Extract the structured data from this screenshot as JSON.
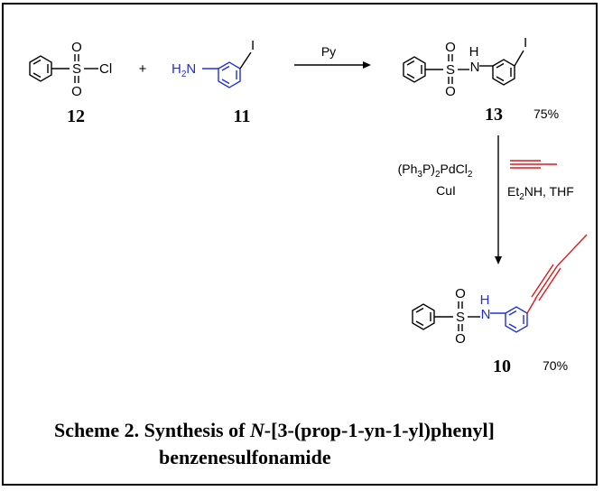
{
  "compounds": {
    "c12": {
      "label": "12"
    },
    "c11": {
      "label": "11"
    },
    "c13": {
      "label": "13",
      "yield": "75%"
    },
    "c10": {
      "label": "10",
      "yield": "70%"
    }
  },
  "atoms": {
    "S": "S",
    "O": "O",
    "Cl": "Cl",
    "I": "I",
    "H": "H",
    "N": "N",
    "H2N": "H",
    "two": "2"
  },
  "plus": "+",
  "step1": {
    "reagent": "Py"
  },
  "step2": {
    "catalyst_pre": "(Ph",
    "catalyst_sub1": "3",
    "catalyst_mid": "P)",
    "catalyst_sub2": "2",
    "catalyst_post": "PdCl",
    "catalyst_sub3": "2",
    "cocatalyst": "CuI",
    "base_pre": "Et",
    "base_sub": "2",
    "base_post": "NH, THF"
  },
  "caption": {
    "line1_pre": "Scheme 2. Synthesis of ",
    "line1_italic": "N-",
    "line1_post": "[3-(prop-1-yn-1-yl)phenyl]",
    "line2": "benzenesulfonamide"
  },
  "colors": {
    "amine": "#1f2ee0",
    "alkyne": "#e0181c",
    "ink": "#000000"
  }
}
